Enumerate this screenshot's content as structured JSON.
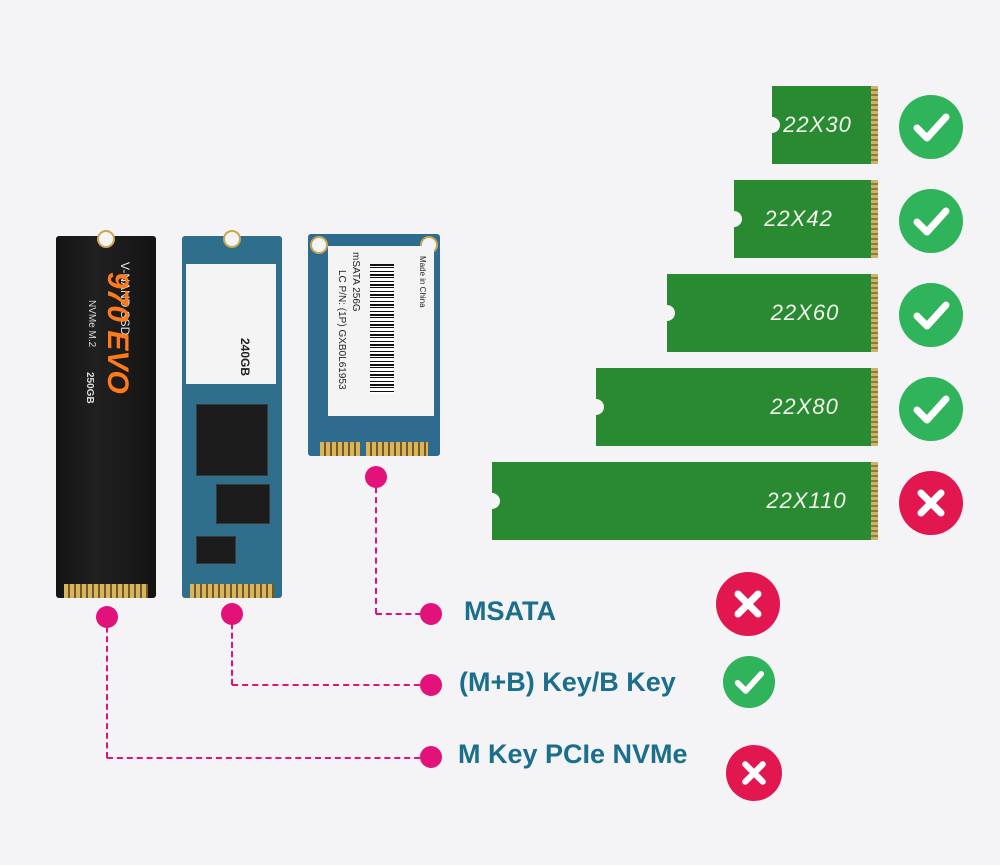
{
  "ssd_sizes": [
    {
      "label": "22X30",
      "supported": true
    },
    {
      "label": "22X42",
      "supported": true
    },
    {
      "label": "22X60",
      "supported": true
    },
    {
      "label": "22X80",
      "supported": true
    },
    {
      "label": "22X110",
      "supported": false
    }
  ],
  "interfaces": [
    {
      "label": "MSATA",
      "supported": false
    },
    {
      "label": "(M+B) Key/B Key",
      "supported": true
    },
    {
      "label": "M Key PCIe NVMe",
      "supported": false
    }
  ],
  "cards": {
    "nvme": {
      "line1": "V-NAND SSD",
      "brand": "970 EVO",
      "line2": "NVMe M.2",
      "capacity": "250GB"
    },
    "mb": {
      "capacity": "240GB"
    },
    "msata": {
      "line1": "LC P/N: (1P) GXB0L61953",
      "line2": "mSATA 256G",
      "line3": "Made in China"
    }
  },
  "colors": {
    "ok": "#2fb35b",
    "no": "#e3174f",
    "accent": "#e3127a",
    "label_text": "#1b6e8c",
    "stick_green": "#2a8a31"
  }
}
